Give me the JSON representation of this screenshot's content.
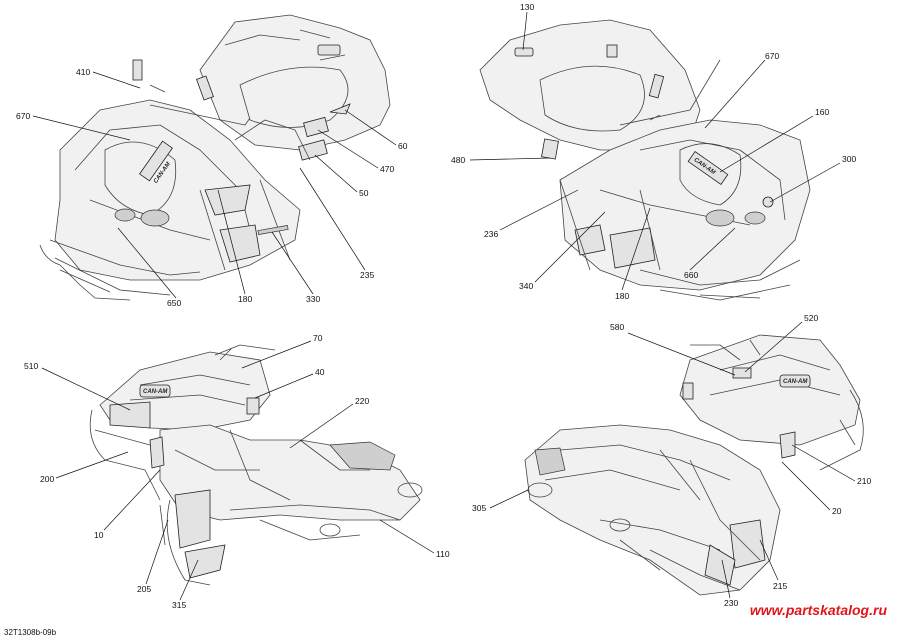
{
  "drawing_code": "32T1308b-09b",
  "watermark": "www.partskatalog.ru",
  "logo_text": "CAN-AM",
  "callouts": {
    "tl": [
      "410",
      "670",
      "650",
      "180",
      "330",
      "235",
      "50",
      "470",
      "60"
    ],
    "tr": [
      "130",
      "670",
      "160",
      "300",
      "480",
      "236",
      "340",
      "180",
      "660"
    ],
    "bl": [
      "510",
      "70",
      "40",
      "220",
      "200",
      "10",
      "205",
      "315",
      "110"
    ],
    "br": [
      "580",
      "520",
      "210",
      "20",
      "305",
      "230",
      "215"
    ]
  }
}
